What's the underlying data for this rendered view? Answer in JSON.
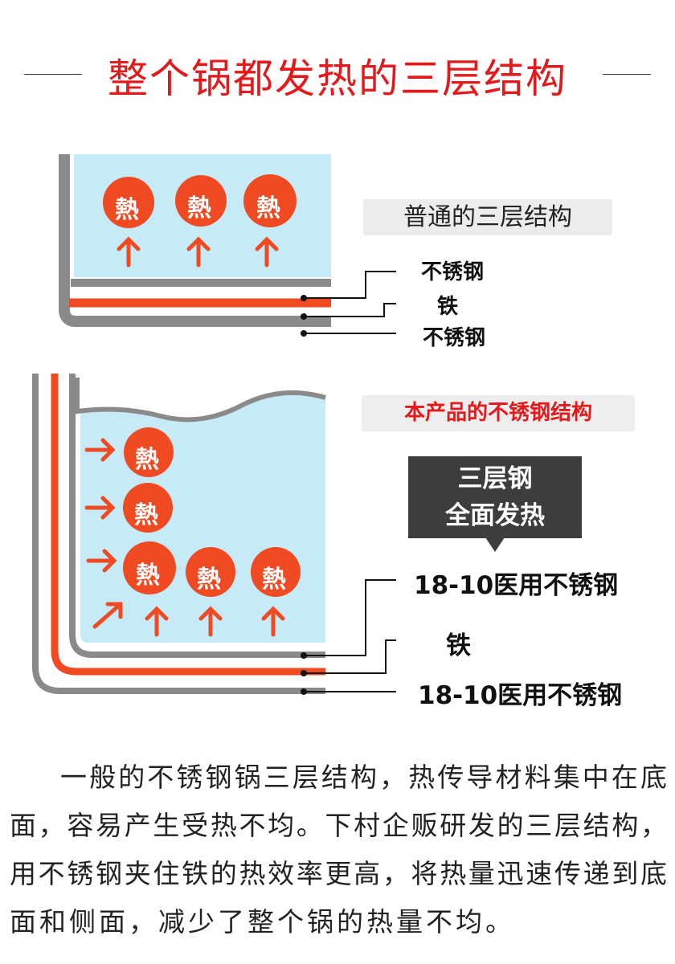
{
  "title": "整个锅都发热的三层结构",
  "diagram1": {
    "label": "普通的三层结构",
    "layers": [
      "不锈钢",
      "铁",
      "不锈钢"
    ],
    "heat_glyph": "熱"
  },
  "diagram2": {
    "label": "本产品的不锈钢结构",
    "callout": [
      "三层钢",
      "全面发热"
    ],
    "layers": [
      "18-10医用不锈钢",
      "铁",
      "18-10医用不锈钢"
    ],
    "heat_glyph": "熱"
  },
  "paragraph": [
    "一般的不锈钢锅三层结构，热传导材料集中在底",
    "面，容易产生受热不均。下村企贩研发的三层结构，",
    "用不锈钢夹住铁的热效率更高，将热量迅速传递到底",
    "面和侧面，减少了整个锅的热量不均。"
  ],
  "colors": {
    "accent": "#e3191b",
    "heat": "#f04a22",
    "steel": "#8a8a8a",
    "food": "#c6ebf7"
  }
}
